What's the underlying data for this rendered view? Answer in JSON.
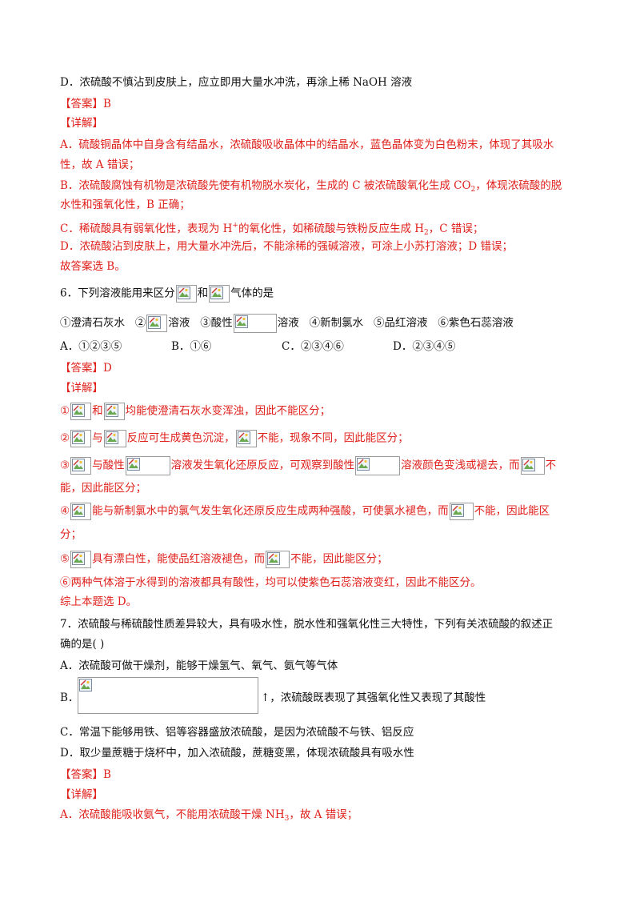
{
  "lines": {
    "l1": "D．浓硫酸不慎沾到皮肤上，应立即用大量水冲洗，再涂上稀 NaOH 溶液",
    "ans1": "【答案】B",
    "xj1": "【详解】",
    "a1": "A．硫酸铜晶体中自身含有结晶水，浓硫酸吸收晶体中的结晶水，蓝色晶体变为白色粉末，体现了其吸水",
    "a2": "性，故 A 错误；",
    "b1a": "B．浓硫酸腐蚀有机物是浓硫酸先使有机物脱水炭化，生成的 C 被浓硫酸氧化生成 CO",
    "b1sub": "2",
    "b1b": "，体现浓硫酸的脱",
    "b2": "水性和强氧化性，B 正确；",
    "c1a": "C．稀硫酸具有弱氧化性，表现为 H",
    "c1sup": "+",
    "c1b": "的氧化性，如稀硫酸与铁粉反应生成 H",
    "c1sub": "2",
    "c1c": "，C 错误；",
    "d1": "D．浓硫酸沾到皮肤上，用大量水冲洗后，不能涂稀的强碱溶液，可涂上小苏打溶液；D 错误；",
    "d2": "故答案选 B。",
    "q6a": "6．下列溶液能用来区分",
    "q6b": "和",
    "q6c": "气体的是",
    "o1": "①澄清石灰水",
    "o2a": "②",
    "o2b": "溶液",
    "o3a": "③酸性",
    "o3b": "溶液",
    "o4": "④新制氯水",
    "o5": "⑤品红溶液",
    "o6": "⑥紫色石蕊溶液",
    "chA": "A．①②③⑤",
    "chB": "B．①⑥",
    "chC": "C．②③④⑥",
    "chD": "D．②③④⑤",
    "ans2": "【答案】D",
    "xj2": "【详解】",
    "e1a": "①",
    "e1b": "和",
    "e1c": "均能使澄清石灰水变浑浊，因此不能区分；",
    "e2a": "②",
    "e2b": "与",
    "e2c": "反应可生成黄色沉淀，",
    "e2d": "不能，现象不同，因此能区分；",
    "e3a": "③",
    "e3b": "与酸性",
    "e3c": "溶液发生氧化还原反应，可观察到酸性",
    "e3d": "溶液颜色变浅或褪去，而",
    "e3e": "不",
    "e3f": "能，因此能区分；",
    "e4a": "④",
    "e4b": "能与新制氯水中的氯气发生氧化还原反应生成两种强酸，可使氯水褪色，而",
    "e4c": "不能，因此能区",
    "e4d": "分；",
    "e5a": "⑤",
    "e5b": "具有漂白性，能使品红溶液褪色，而",
    "e5c": "不能，因此能区分；",
    "e6": "⑥两种气体溶于水得到的溶液都具有酸性，均可以使紫色石蕊溶液变红，因此不能区分。",
    "e7": "综上本题选 D。",
    "q7a": "7．浓硫酸与稀硫酸性质差异较大，具有吸水性，脱水性和强氧化性三大特性，下列有关浓硫酸的叙述正",
    "q7b": "确的是(   )",
    "q7A": "A．浓硫酸可做干燥剂，能够干燥氢气、氧气、氨气等气体",
    "q7B1": "B．",
    "q7B2": "↑，浓硫酸既表现了其强氧化性又表现了其酸性",
    "q7C": "C．常温下能够用铁、铝等容器盛放浓硫酸，是因为浓硫酸不与铁、铝反应",
    "q7D": "D．取少量蔗糖于烧杯中，加入浓硫酸，蔗糖变黑，体现浓硫酸具有吸水性",
    "ans3": "【答案】B",
    "xj3": "【详解】",
    "f1a": "A．浓硫酸能吸收氨气，不能用浓硫酸干燥 NH",
    "f1sub": "3",
    "f1b": "，故 A 错误；"
  },
  "icons": {
    "placeholder": "broken-image-icon"
  },
  "colors": {
    "answer_red": "#e0201b",
    "text": "#111111"
  }
}
